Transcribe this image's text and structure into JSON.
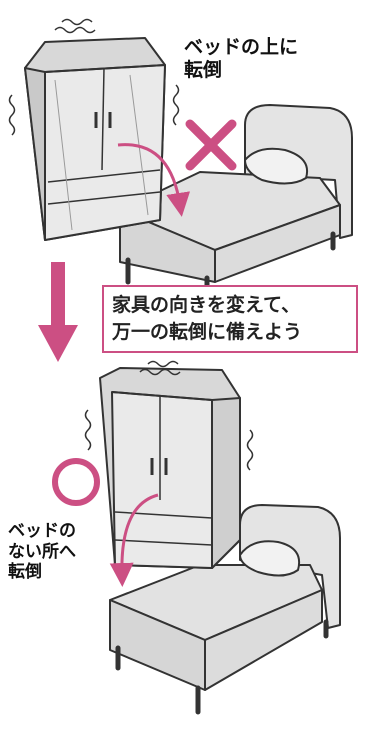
{
  "scenario_top": {
    "caption_lines": [
      "ベッドの上に",
      "転倒"
    ],
    "mark": "cross"
  },
  "banner": {
    "lines": [
      "家具の向きを変えて、",
      "万一の転倒に備えよう"
    ]
  },
  "scenario_bottom": {
    "caption_lines": [
      "ベッドの",
      "ない所へ",
      "転倒"
    ],
    "mark": "circle"
  },
  "colors": {
    "accent": "#cc4f83",
    "furniture": "#e2e2e2",
    "outline": "#333333"
  },
  "icons": {
    "top_mark": "cross-icon",
    "bottom_mark": "circle-icon",
    "transition": "down-arrow-icon"
  }
}
